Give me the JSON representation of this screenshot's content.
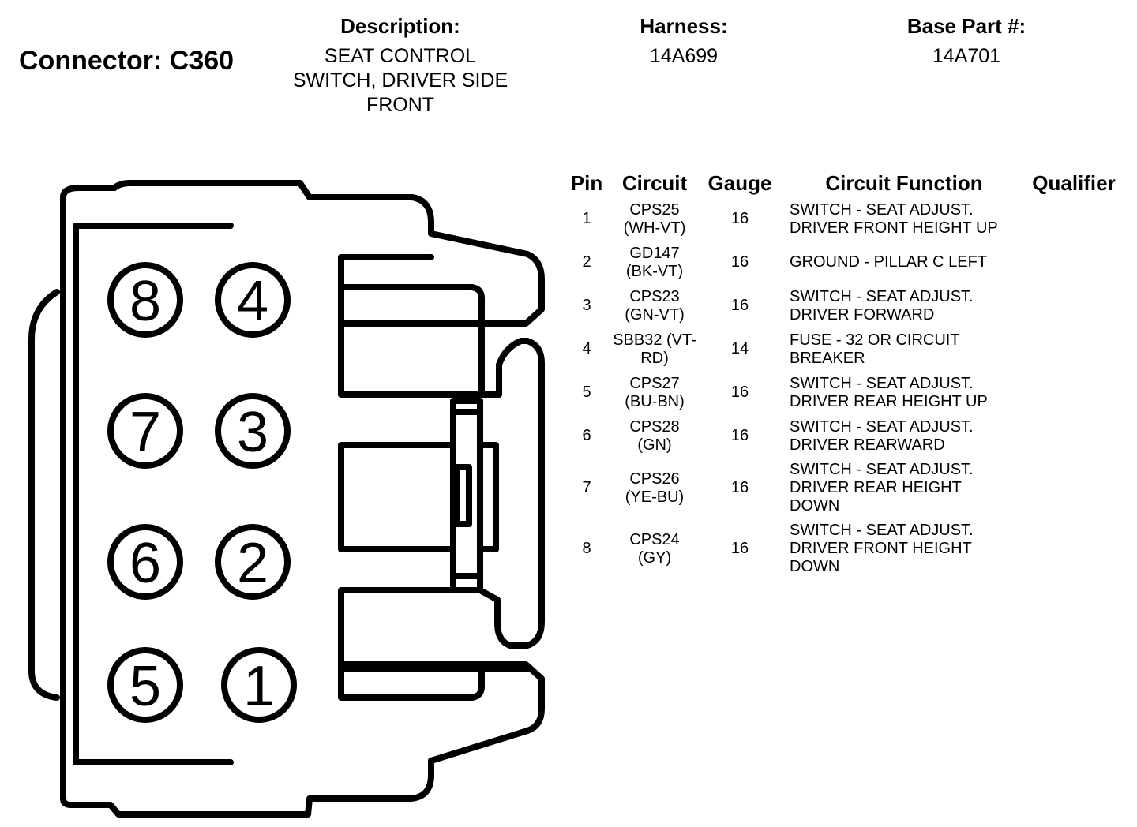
{
  "header": {
    "connector_label": "Connector: C360",
    "description_label": "Description:",
    "description_lines": [
      "SEAT CONTROL",
      "SWITCH, DRIVER SIDE",
      "FRONT"
    ],
    "harness_label": "Harness:",
    "harness_value": "14A699",
    "base_part_label": "Base Part #:",
    "base_part_value": "14A701"
  },
  "connector_pins": [
    {
      "label": "8"
    },
    {
      "label": "4"
    },
    {
      "label": "7"
    },
    {
      "label": "3"
    },
    {
      "label": "6"
    },
    {
      "label": "2"
    },
    {
      "label": "5"
    },
    {
      "label": "1"
    }
  ],
  "table": {
    "columns": [
      "Pin",
      "Circuit",
      "Gauge",
      "Circuit Function",
      "Qualifier"
    ],
    "rows": [
      {
        "pin": "1",
        "circuit": [
          "CPS25",
          "(WH-VT)"
        ],
        "gauge": "16",
        "function": [
          "SWITCH - SEAT ADJUST.",
          "DRIVER FRONT HEIGHT UP"
        ],
        "qualifier": ""
      },
      {
        "pin": "2",
        "circuit": [
          "GD147",
          "(BK-VT)"
        ],
        "gauge": "16",
        "function": [
          "GROUND - PILLAR C LEFT"
        ],
        "qualifier": ""
      },
      {
        "pin": "3",
        "circuit": [
          "CPS23",
          "(GN-VT)"
        ],
        "gauge": "16",
        "function": [
          "SWITCH - SEAT ADJUST.",
          "DRIVER FORWARD"
        ],
        "qualifier": ""
      },
      {
        "pin": "4",
        "circuit": [
          "SBB32 (VT-",
          "RD)"
        ],
        "gauge": "14",
        "function": [
          "FUSE - 32 OR CIRCUIT",
          "BREAKER"
        ],
        "qualifier": ""
      },
      {
        "pin": "5",
        "circuit": [
          "CPS27",
          "(BU-BN)"
        ],
        "gauge": "16",
        "function": [
          "SWITCH - SEAT ADJUST.",
          "DRIVER REAR HEIGHT UP"
        ],
        "qualifier": ""
      },
      {
        "pin": "6",
        "circuit": [
          "CPS28",
          "(GN)"
        ],
        "gauge": "16",
        "function": [
          "SWITCH - SEAT ADJUST.",
          "DRIVER REARWARD"
        ],
        "qualifier": ""
      },
      {
        "pin": "7",
        "circuit": [
          "CPS26",
          "(YE-BU)"
        ],
        "gauge": "16",
        "function": [
          "SWITCH - SEAT ADJUST.",
          "DRIVER REAR HEIGHT",
          "DOWN"
        ],
        "qualifier": ""
      },
      {
        "pin": "8",
        "circuit": [
          "CPS24",
          "(GY)"
        ],
        "gauge": "16",
        "function": [
          "SWITCH - SEAT ADJUST.",
          "DRIVER FRONT HEIGHT",
          "DOWN"
        ],
        "qualifier": ""
      }
    ]
  }
}
